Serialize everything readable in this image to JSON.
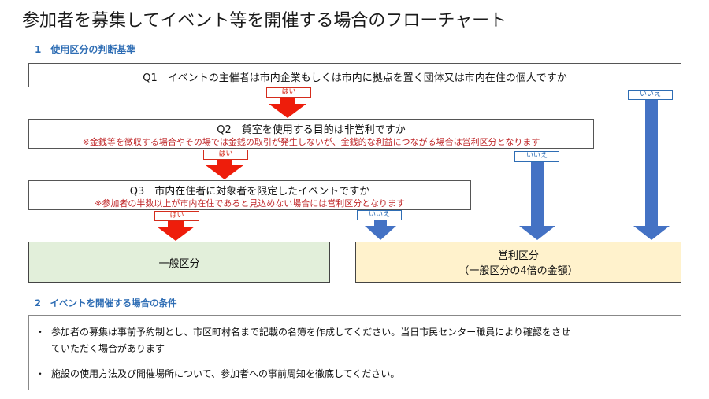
{
  "title": "参加者を募集してイベント等を開催する場合のフローチャート",
  "section1": "1　使用区分の判断基準",
  "q1": {
    "text": "Q1　イベントの主催者は市内企業もしくは市内に拠点を置く団体又は市内在住の個人ですか"
  },
  "q2": {
    "text": "Q2　貸室を使用する目的は非営利ですか",
    "note": "※金銭等を徴収する場合やその場では金銭の取引が発生しないが、金銭的な利益につながる場合は営利区分となります"
  },
  "q3": {
    "text": "Q3　市内在住者に対象者を限定したイベントですか",
    "note": "※参加者の半数以上が市内在住であると見込めない場合には営利区分となります"
  },
  "labels": {
    "yes": "はい",
    "no": "いいえ"
  },
  "results": {
    "general": "一般区分",
    "profit_line1": "営利区分",
    "profit_line2": "（一般区分の4倍の金額）"
  },
  "section2": "2　イベントを開催する場合の条件",
  "conditions": [
    {
      "line1": "参加者の募集は事前予約制とし、市区町村名まで記載の名簿を作成してください。当日市民センター職員により確認をさせ",
      "line2": "ていただく場合があります"
    },
    {
      "line1": "施設の使用方法及び開催場所について、参加者への事前周知を徹底してください。"
    }
  ],
  "bullet_symbol": "・",
  "colors": {
    "yes_arrow": "#ee1d0b",
    "no_arrow": "#4472c4",
    "section": "#2e6db4",
    "note": "#c0282a",
    "general_fill": "#e2efda",
    "profit_fill": "#fff2cc"
  }
}
